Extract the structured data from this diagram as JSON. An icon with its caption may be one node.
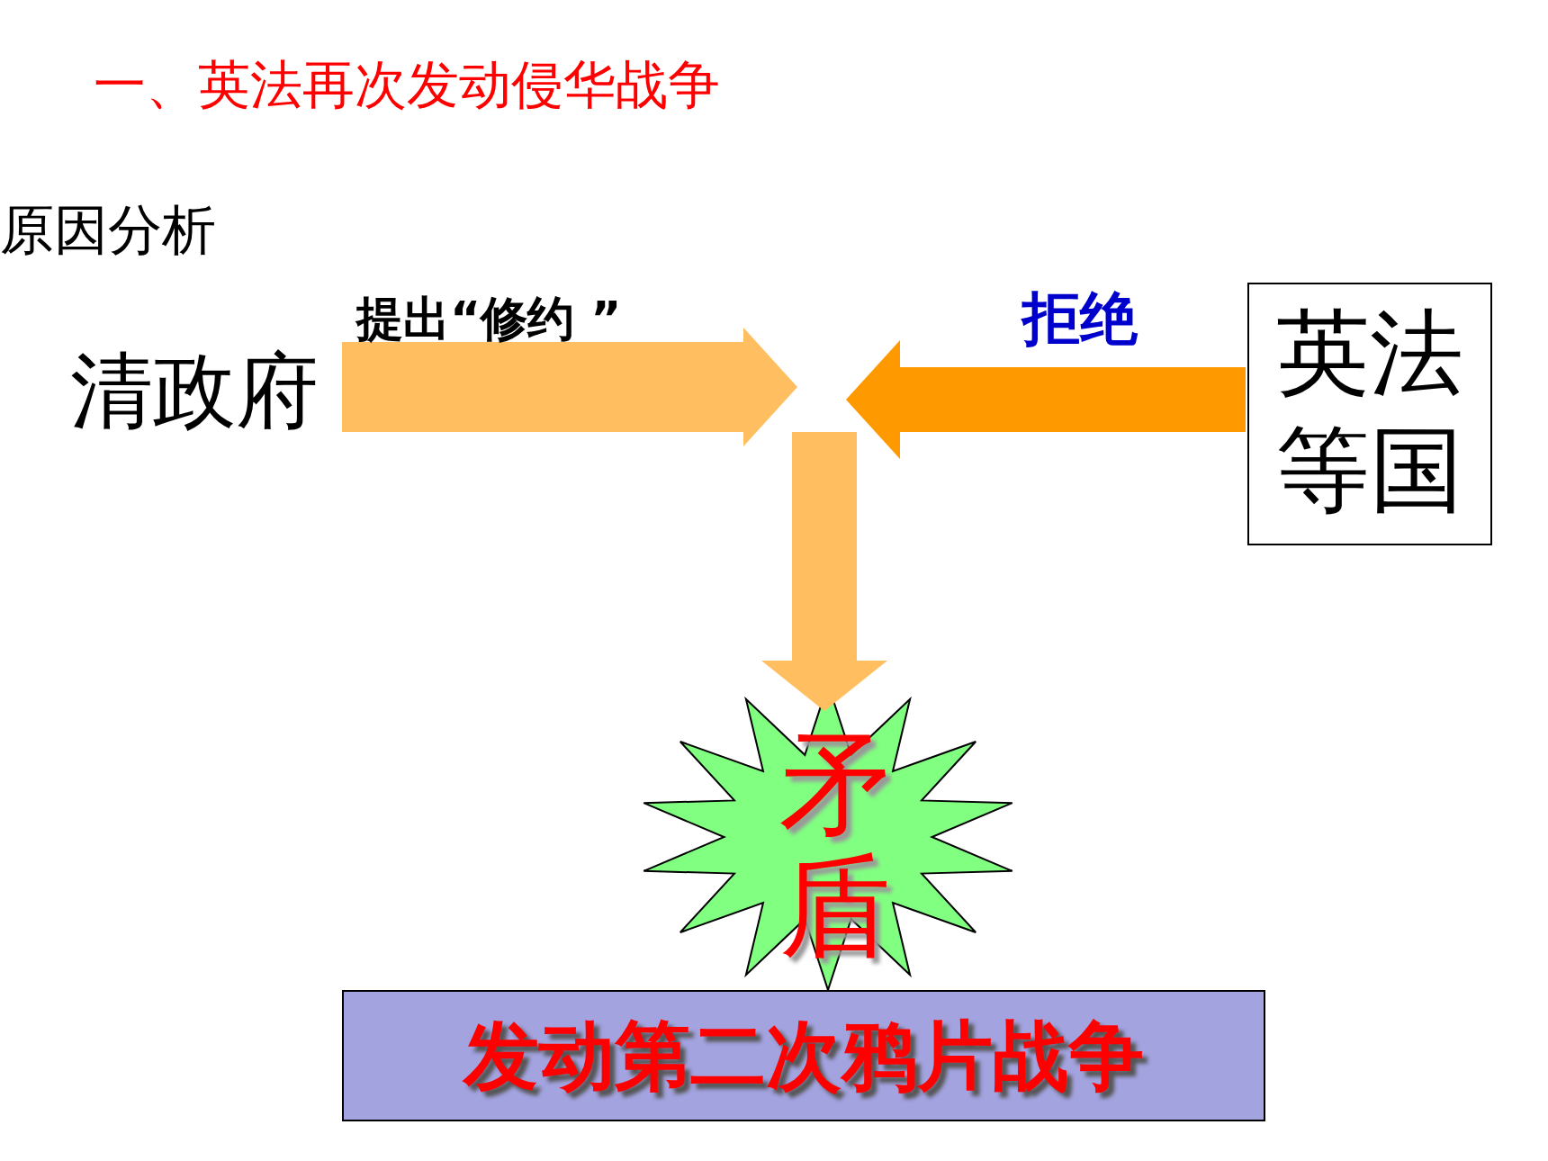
{
  "diagram": {
    "title": "一、英法再次发动侵华战争",
    "nodes": [
      {
        "text": [
          "清政府"
        ]
      },
      {
        "text": [
          "英法等国"
        ]
      },
      {
        "text": [
          "矛盾"
        ]
      },
      {
        "text": [
          "发动第二次鸦片战争"
        ]
      }
    ],
    "edges": [
      {
        "from": 0,
        "to": null,
        "arrow": "to",
        "label": "提出“修约 ”"
      },
      {
        "from": 1,
        "to": null,
        "arrow": "to",
        "label": "拒绝",
        "color": "#ff9900"
      },
      {
        "from": null,
        "to": 2,
        "arrow": "to"
      }
    ],
    "labels": [
      "原因分析"
    ]
  }
}
